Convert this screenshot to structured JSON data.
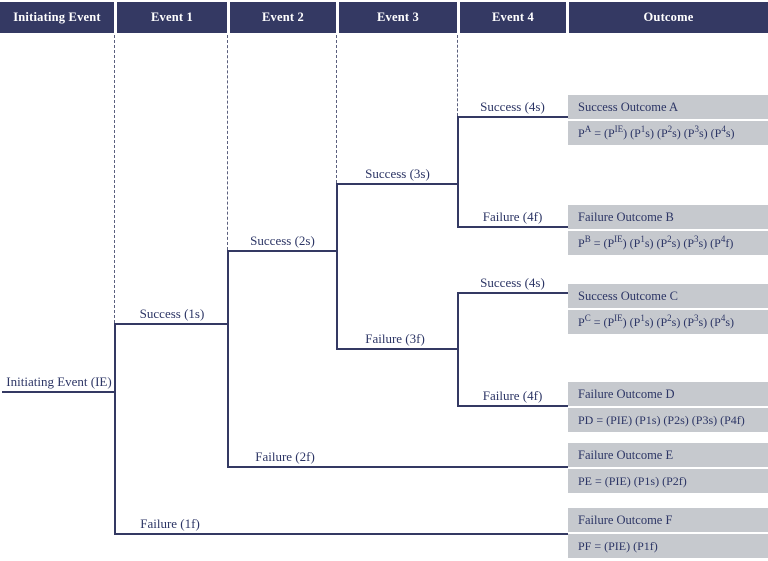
{
  "header": {
    "columns": [
      "Initiating Event",
      "Event 1",
      "Event 2",
      "Event 3",
      "Event 4",
      "Outcome"
    ]
  },
  "tree": {
    "root_label": "Initiating Event (IE)",
    "branches": [
      {
        "id": "success-1s",
        "label": "Success (1s)"
      },
      {
        "id": "failure-1f",
        "label": "Failure (1f)"
      },
      {
        "id": "success-2s",
        "label": "Success (2s)"
      },
      {
        "id": "failure-2f",
        "label": "Failure (2f)"
      },
      {
        "id": "success-3s",
        "label": "Success (3s)"
      },
      {
        "id": "failure-3f",
        "label": "Failure (3f)"
      },
      {
        "id": "success-4s-a",
        "label": "Success (4s)"
      },
      {
        "id": "failure-4f-b",
        "label": "Failure (4f)"
      },
      {
        "id": "success-4s-c",
        "label": "Success (4s)"
      },
      {
        "id": "failure-4f-d",
        "label": "Failure (4f)"
      }
    ]
  },
  "outcomes": [
    {
      "title": "Success Outcome A",
      "formula": "P^A^ = (P^IE^) (P^1^s) (P^2^s) (P^3^s) (P^4^s)"
    },
    {
      "title": "Failure Outcome B",
      "formula": "P^B^ = (P^IE^) (P^1^s) (P^2^s) (P^3^s) (P^4^f)"
    },
    {
      "title": "Success Outcome C",
      "formula": "P^C^ = (P^IE^) (P^1^s) (P^2^s) (P^3^s) (P^4^s)"
    },
    {
      "title": "Failure Outcome D",
      "formula": "PD = (PIE) (P1s) (P2s) (P3s) (P4f)"
    },
    {
      "title": "Failure Outcome E",
      "formula": "PE = (PIE) (P1s) (P2f)"
    },
    {
      "title": "Failure Outcome F",
      "formula": "PF = (PIE) (P1f)"
    }
  ],
  "colors": {
    "header_bg": "#343963",
    "line_navy": "#343963",
    "label_text": "#2c3565",
    "outcome_box_bg": "#c6c9ce"
  }
}
